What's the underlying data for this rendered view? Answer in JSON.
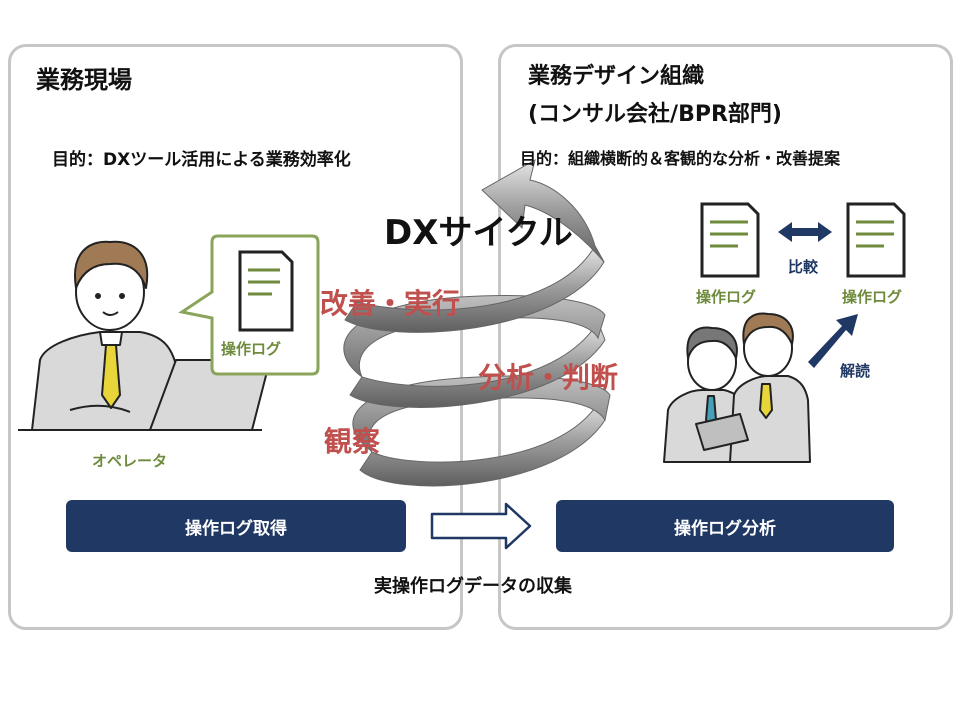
{
  "left_panel": {
    "title": "業務現場",
    "purpose": "目的：DXツール活用による業務効率化",
    "speech_doc_label": "操作ログ",
    "person_label": "オペレータ",
    "button_label": "操作ログ取得"
  },
  "right_panel": {
    "title_line1": "業務デザイン組織",
    "title_line2": "(コンサル会社/BPR部門)",
    "purpose": "目的：組織横断的＆客観的な分析・改善提案",
    "doc1_label": "操作ログ",
    "doc2_label": "操作ログ",
    "compare_label": "比較",
    "decode_label": "解読",
    "button_label": "操作ログ分析"
  },
  "cycle": {
    "title": "DXサイクル",
    "stage_improve": "改善・実行",
    "stage_analyze": "分析・判断",
    "stage_observe": "観察"
  },
  "bottom_caption": "実操作ログデータの収集",
  "colors": {
    "navy": "#203864",
    "green": "#6e8b3d",
    "red": "#c0504d",
    "panel_border": "#c6c6c6",
    "spiral_gray": "#8c8c8c"
  }
}
